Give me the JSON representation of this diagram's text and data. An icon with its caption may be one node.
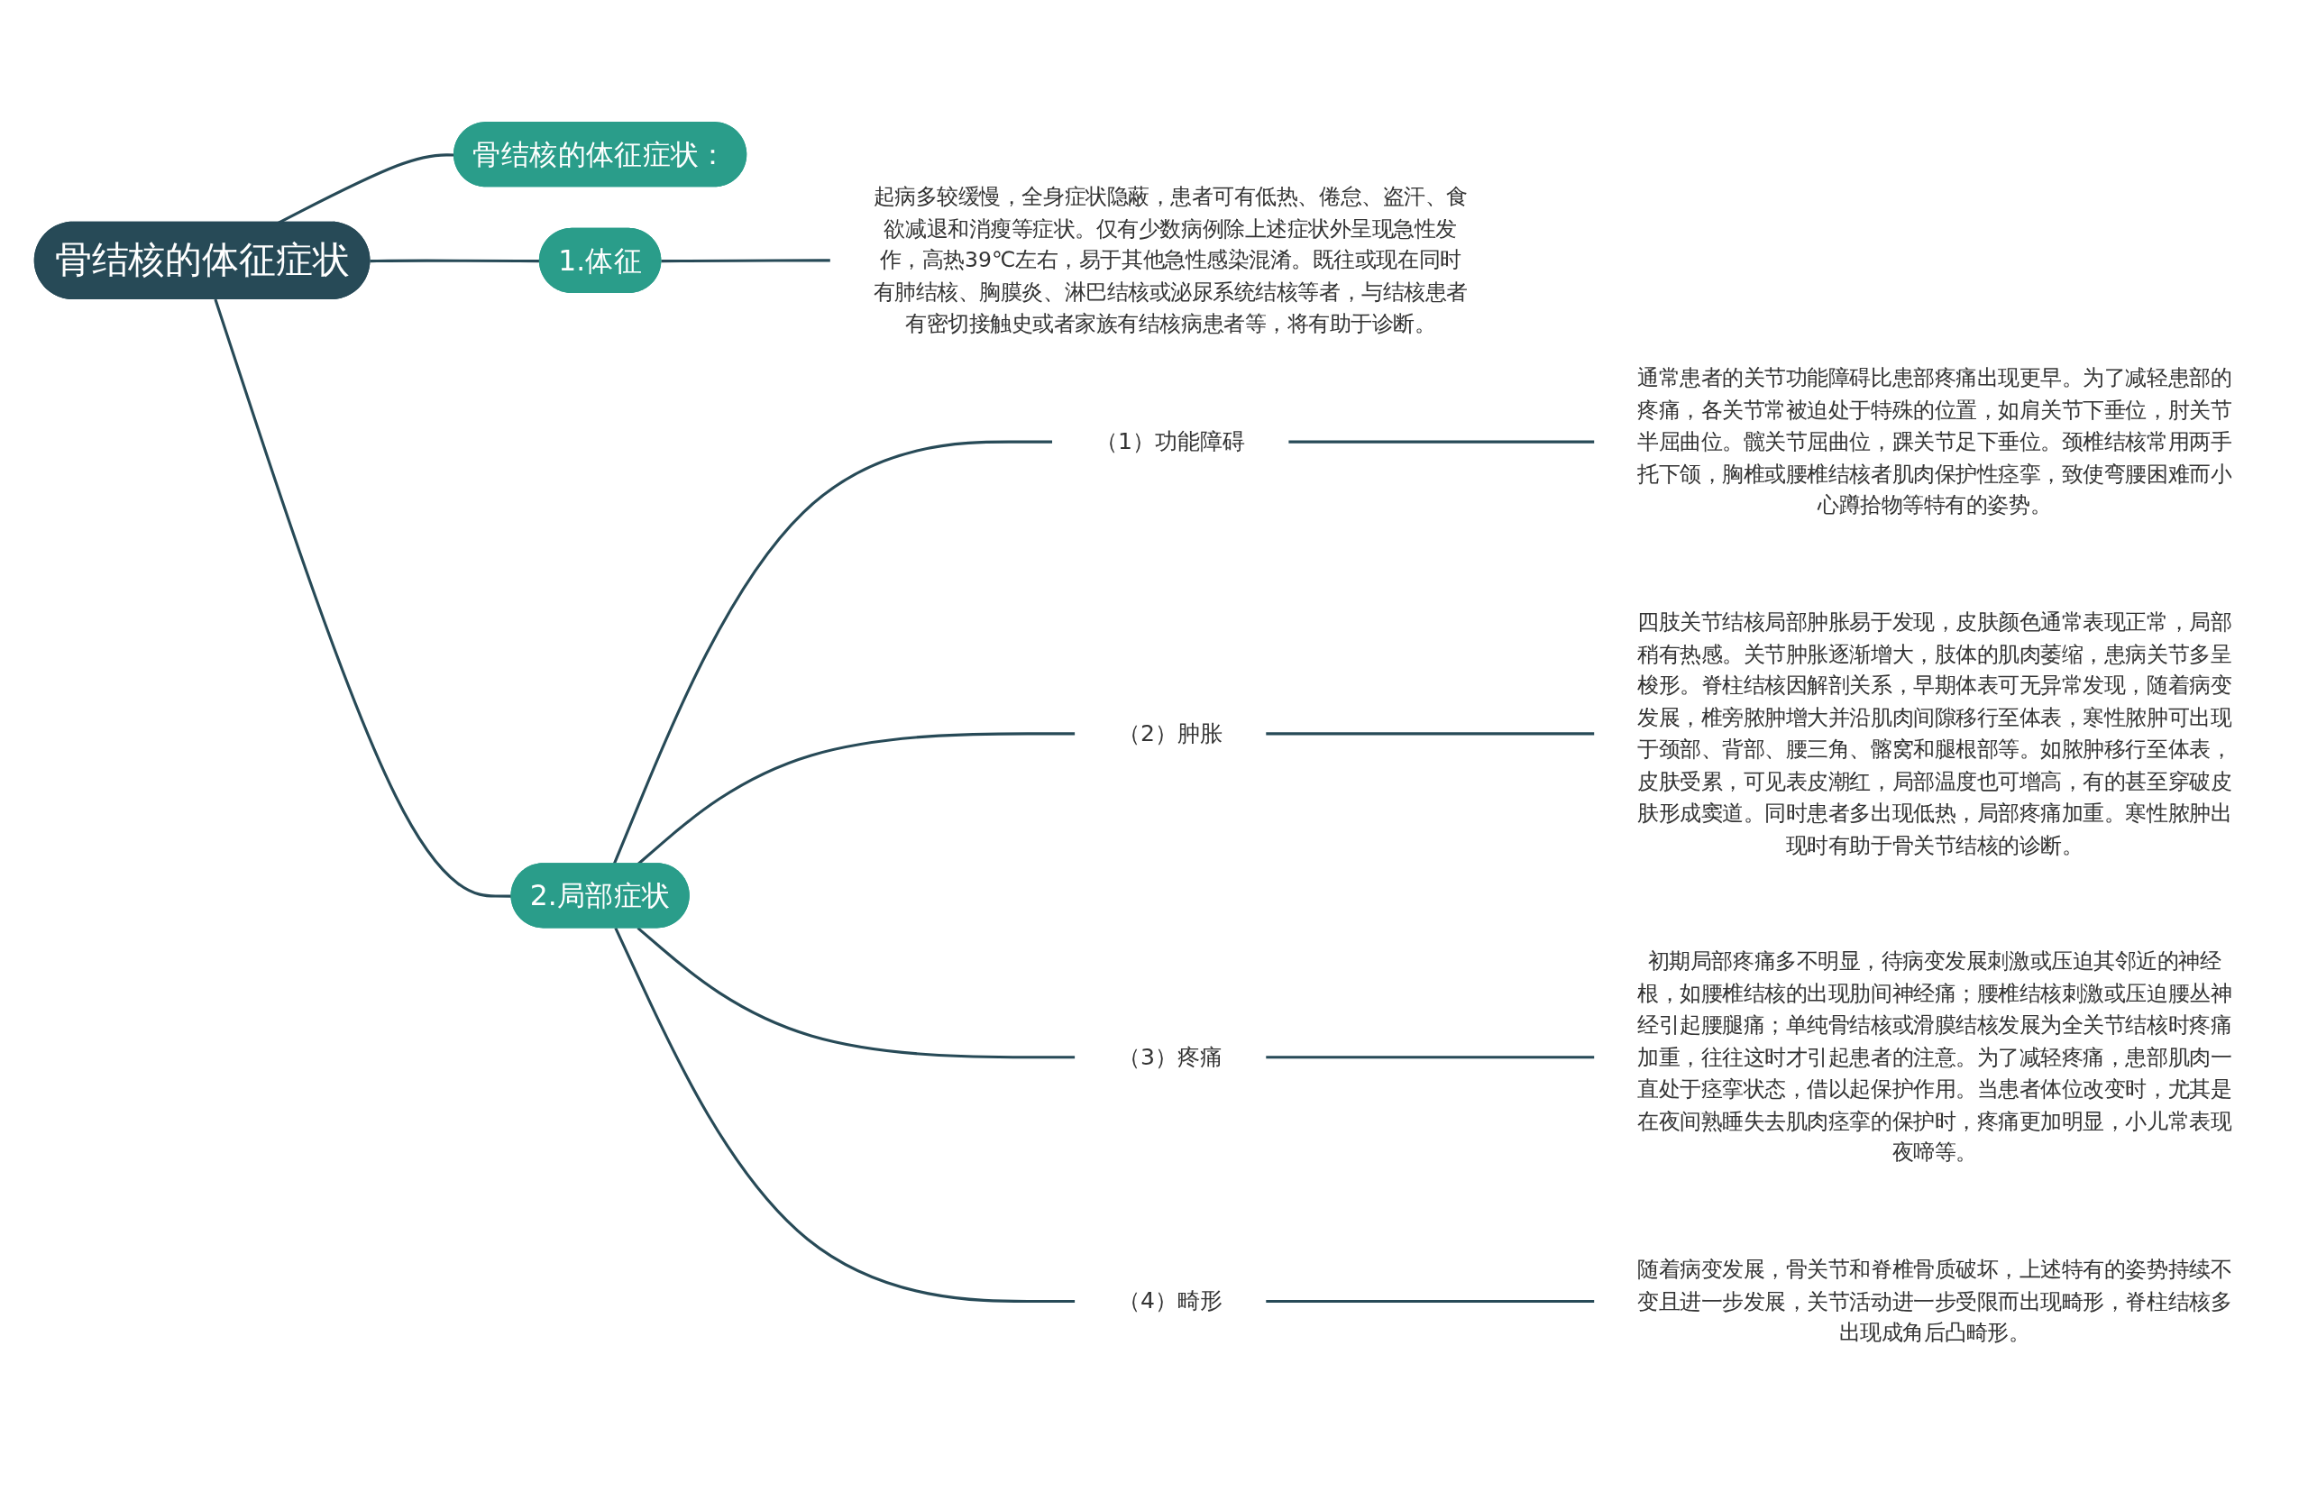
{
  "diagram": {
    "nodes": [
      {
        "text": [
          "骨结核的体征症状"
        ]
      },
      {
        "text": [
          "骨结核的体征症状："
        ]
      },
      {
        "text": [
          "1.体征"
        ]
      },
      {
        "text": [
          "起病多较缓慢，全身症状隐蔽，患者可有低热、倦怠、盗汗、食欲减退和消瘦等症状。仅有少数病例除上述症状外呈现急性发作，高热39℃左右，易于其他急性感染混淆。既往或现在同时有肺结核、胸膜炎、淋巴结核或泌尿系统结核等者，与结核患者有密切接触史或者家族有结核病患者等，将有助于诊断。"
        ]
      },
      {
        "text": [
          "2.局部症状"
        ]
      },
      {
        "text": [
          "（1）功能障碍"
        ]
      },
      {
        "text": [
          "通常患者的关节功能障碍比患部疼痛出现更早。为了减轻患部的疼痛，各关节常被迫处于特殊的位置，如肩关节下垂位，肘关节半屈曲位。髋关节屈曲位，踝关节足下垂位。颈椎结核常用两手托下颌，胸椎或腰椎结核者肌肉保护性痉挛，致使弯腰困难而小心蹲拾物等特有的姿势。"
        ]
      },
      {
        "text": [
          "（2）肿胀"
        ]
      },
      {
        "text": [
          "四肢关节结核局部肿胀易于发现，皮肤颜色通常表现正常，局部稍有热感。关节肿胀逐渐增大，肢体的肌肉萎缩，患病关节多呈梭形。脊柱结核因解剖关系，早期体表可无异常发现，随着病变发展，椎旁脓肿增大并沿肌肉间隙移行至体表，寒性脓肿可出现于颈部、背部、腰三角、髂窝和腿根部等。如脓肿移行至体表，皮肤受累，可见表皮潮红，局部温度也可增高，有的甚至穿破皮肤形成窦道。同时患者多出现低热，局部疼痛加重。寒性脓肿出现时有助于骨关节结核的诊断。"
        ]
      },
      {
        "text": [
          "（3）疼痛"
        ]
      },
      {
        "text": [
          "初期局部疼痛多不明显，待病变发展刺激或压迫其邻近的神经根，如腰椎结核的出现肋间神经痛；腰椎结核刺激或压迫腰丛神经引起腰腿痛；单纯骨结核或滑膜结核发展为全关节结核时疼痛加重，往往这时才引起患者的注意。为了减轻疼痛，患部肌肉一直处于痉挛状态，借以起保护作用。当患者体位改变时，尤其是在夜间熟睡失去肌肉痉挛的保护时，疼痛更加明显，小儿常表现夜啼等。"
        ]
      },
      {
        "text": [
          "（4）畸形"
        ]
      },
      {
        "text": [
          "随着病变发展，骨关节和脊椎骨质破坏，上述特有的姿势持续不变且进一步发展，关节活动进一步受限而出现畸形，脊柱结核多出现成角后凸畸形。"
        ]
      }
    ],
    "edges": [
      {
        "from": 0,
        "to": 1,
        "arrow": "none"
      },
      {
        "from": 0,
        "to": 2,
        "arrow": "none"
      },
      {
        "from": 2,
        "to": 3,
        "arrow": "none"
      },
      {
        "from": 0,
        "to": 4,
        "arrow": "none"
      },
      {
        "from": 4,
        "to": 5,
        "arrow": "none"
      },
      {
        "from": 5,
        "to": 6,
        "arrow": "none"
      },
      {
        "from": 4,
        "to": 7,
        "arrow": "none"
      },
      {
        "from": 7,
        "to": 8,
        "arrow": "none"
      },
      {
        "from": 4,
        "to": 9,
        "arrow": "none"
      },
      {
        "from": 9,
        "to": 10,
        "arrow": "none"
      },
      {
        "from": 4,
        "to": 11,
        "arrow": "none"
      },
      {
        "from": 11,
        "to": 12,
        "arrow": "none"
      }
    ]
  }
}
